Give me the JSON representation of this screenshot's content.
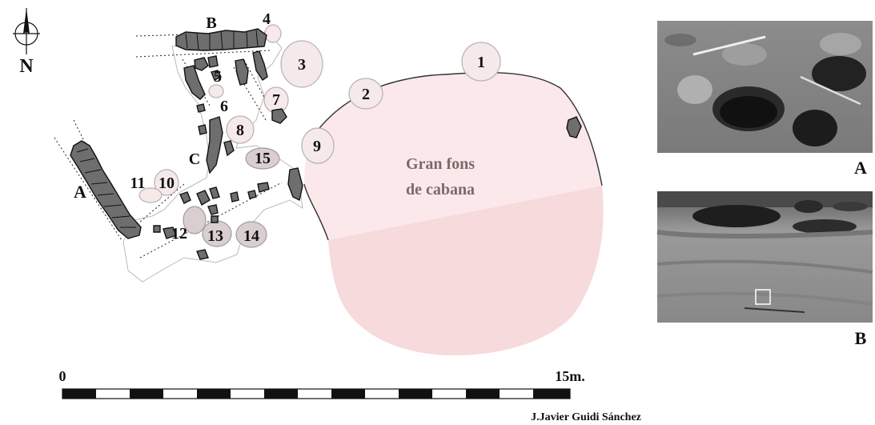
{
  "north_label": "N",
  "features": {
    "A": "A",
    "B": "B",
    "C": "C",
    "n1": "1",
    "n2": "2",
    "n3": "3",
    "n4": "4",
    "n5": "5",
    "n6": "6",
    "n7": "7",
    "n8": "8",
    "n9": "9",
    "n10": "10",
    "n11": "11",
    "n12": "12",
    "n13": "13",
    "n14": "14",
    "n15": "15"
  },
  "hut": {
    "line1": "Gran fons",
    "line2": "de cabana"
  },
  "scale": {
    "start": "0",
    "end": "15m."
  },
  "photos": {
    "photo_a_label": "A",
    "photo_b_label": "B"
  },
  "credit": "J.Javier Guidi Sánchez",
  "colors": {
    "hut_upper": "#fbe8ea",
    "hut_lower": "#f7dadc",
    "stone": "#6e6e6e",
    "pit_fill": "#f6e9ea"
  }
}
